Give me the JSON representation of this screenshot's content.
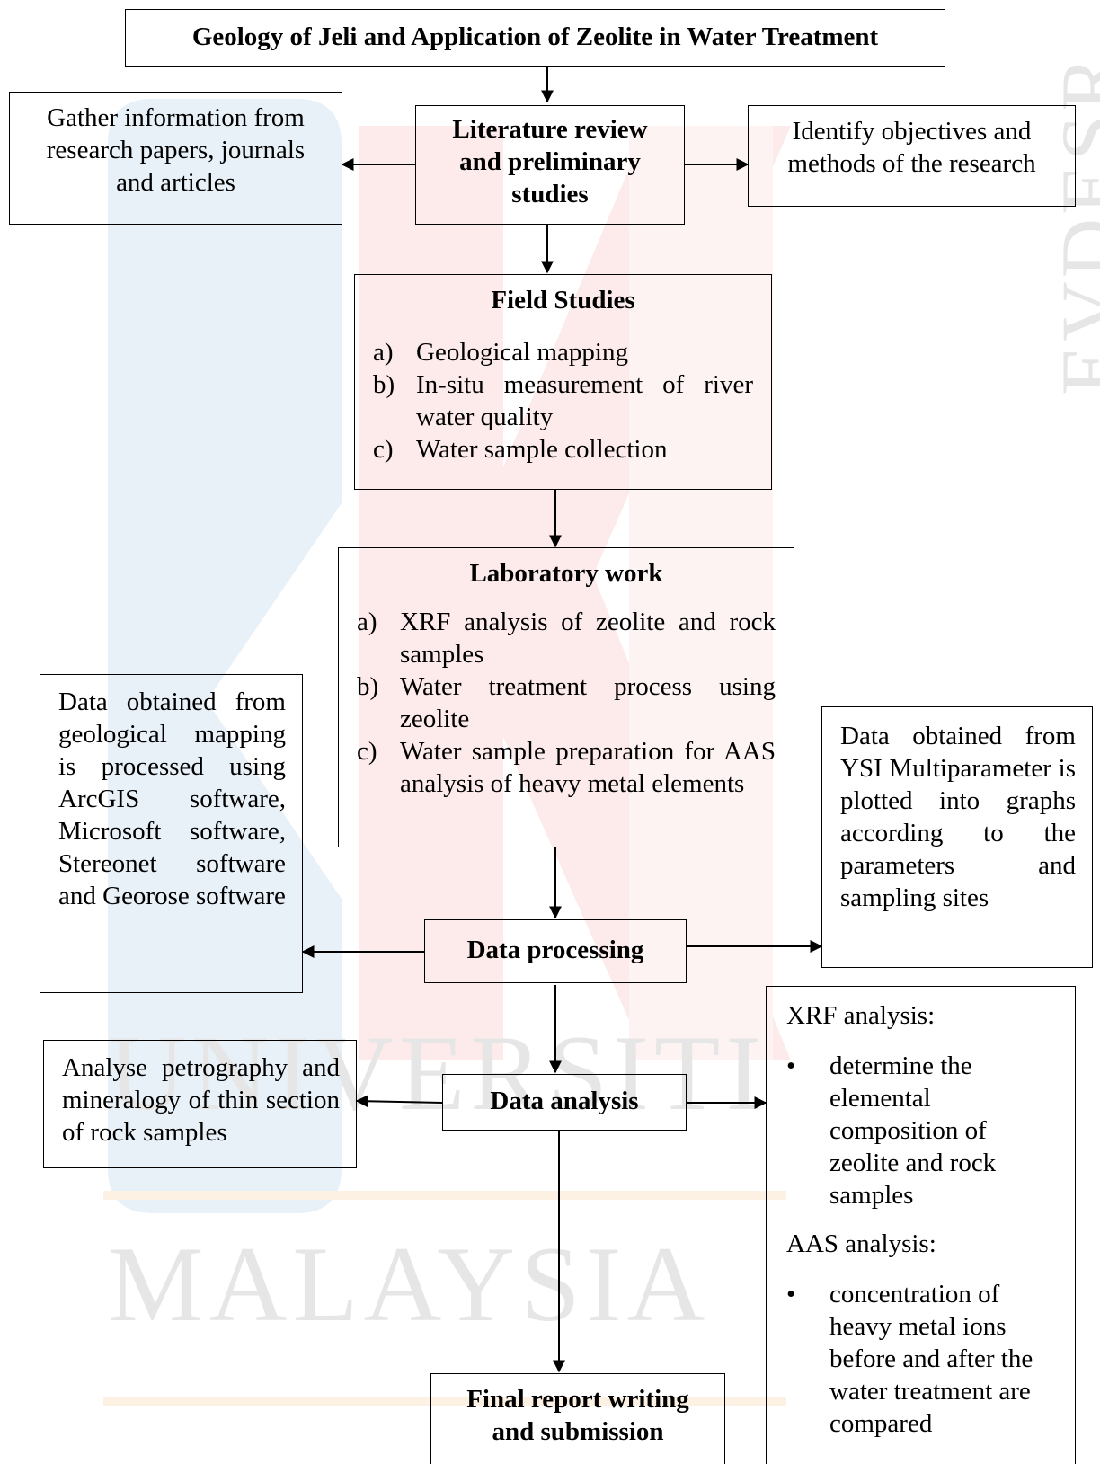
{
  "diagram": {
    "title": "Geology of Jeli and Application of Zeolite in Water Treatment",
    "literature": {
      "label_lines": [
        "Literature review",
        "and preliminary",
        "studies"
      ],
      "left_note_lines": [
        "Gather information from",
        "research papers, journals",
        "and articles"
      ],
      "right_note_lines": [
        "Identify objectives and",
        "methods of the research"
      ]
    },
    "field": {
      "title": "Field Studies",
      "items": [
        {
          "marker": "a)",
          "text": "Geological mapping"
        },
        {
          "marker": "b)",
          "text": "In-situ measurement of river water quality"
        },
        {
          "marker": "c)",
          "text": "Water sample collection"
        }
      ]
    },
    "lab": {
      "title": "Laboratory work",
      "items": [
        {
          "marker": "a)",
          "text": "XRF analysis of zeolite and rock samples"
        },
        {
          "marker": "b)",
          "text": "Water treatment process using zeolite"
        },
        {
          "marker": "c)",
          "text": "Water sample preparation for AAS analysis of heavy metal elements"
        }
      ]
    },
    "processing": {
      "label": "Data processing",
      "left_note": "Data obtained from geological mapping is processed using ArcGIS software, Microsoft software, Stereonet software and Georose software",
      "right_note": "Data obtained from YSI Multiparameter is plotted into graphs according to the parameters and sampling sites"
    },
    "analysis": {
      "label": "Data analysis",
      "left_note": "Analyse petrography and mineralogy of thin section of rock samples",
      "right_note": {
        "xrf_heading": "XRF analysis:",
        "xrf_bullet": "determine the elemental composition of zeolite and rock samples",
        "aas_heading": "AAS analysis:",
        "aas_bullet": "concentration of heavy metal ions before and after the water treatment are compared",
        "bullet_symbol": "•"
      }
    },
    "final": {
      "label_lines": [
        "Final report writing",
        "and submission"
      ]
    }
  },
  "watermark": {
    "side_text": "EVDESR",
    "line1": "UNIVERSITI",
    "line2": "MALAYSIA",
    "colors": {
      "blue": "#e9f1f8",
      "red": "#fdeaea",
      "orange": "#fdf1e4"
    }
  }
}
